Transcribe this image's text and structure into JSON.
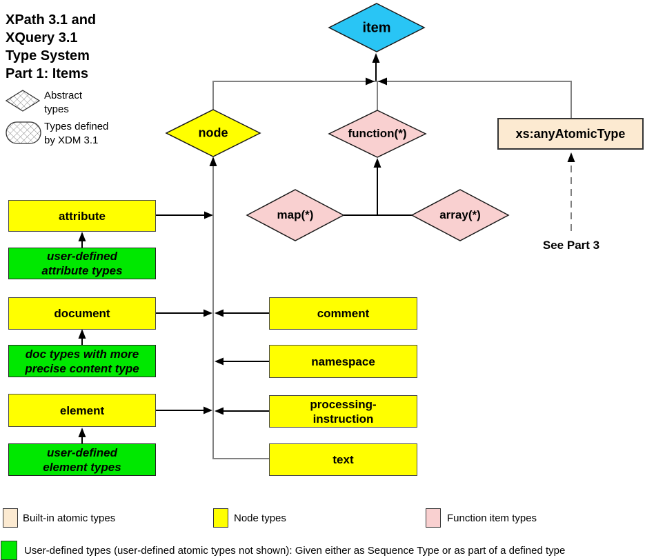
{
  "title": "XPath 3.1 and\nXQuery 3.1\nType System\nPart 1: Items",
  "shape_legend": {
    "abstract_label": "Abstract\ntypes",
    "xdm_label": "Types defined\nby XDM 3.1"
  },
  "nodes": {
    "item": "item",
    "node": "node",
    "function": "function(*)",
    "map": "map(*)",
    "array": "array(*)",
    "any_atomic": "xs:anyAtomicType",
    "attribute": "attribute",
    "user_attribute": "user-defined\nattribute types",
    "document": "document",
    "doc_types": "doc types with more\nprecise content type",
    "element": "element",
    "user_element": "user-defined\nelement types",
    "comment": "comment",
    "namespace": "namespace",
    "processing_instruction": "processing-\ninstruction",
    "text": "text"
  },
  "annotations": {
    "see_part_3": "See Part 3"
  },
  "color_legend": {
    "builtin_label": "Built-in atomic types",
    "node_label": "Node types",
    "function_label": "Function item types",
    "user_defined_label": "User-defined types (user-defined atomic types not shown):  Given either as Sequence Type or as part of a defined type"
  },
  "colors": {
    "item_cyan": "#29C5F5",
    "node_yellow": "#FFFF00",
    "function_pink": "#F9D0D0",
    "atomic_beige": "#FCEAD1",
    "user_green": "#00E800",
    "connector_gray": "#808080",
    "arrow_black": "#000000"
  }
}
